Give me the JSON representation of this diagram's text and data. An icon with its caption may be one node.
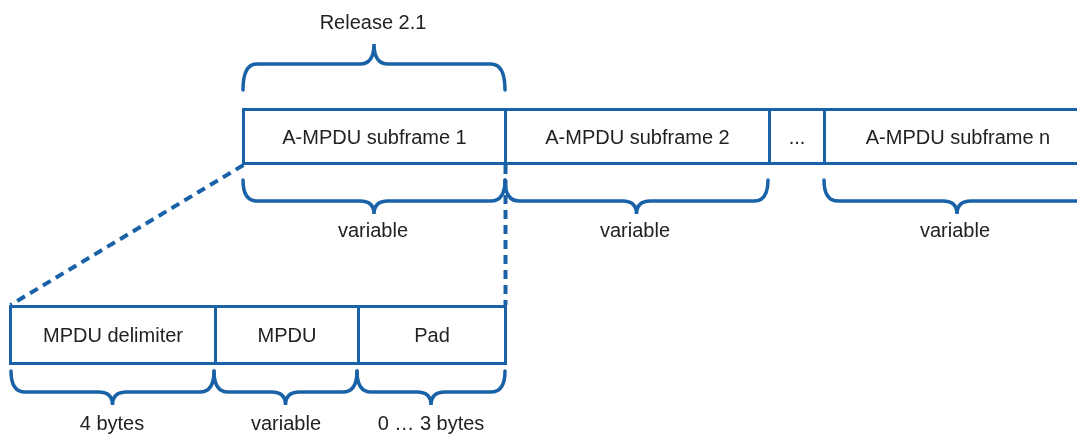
{
  "diagram": {
    "nodes": [
      {
        "text": [
          "A-MPDU subframe 1"
        ]
      },
      {
        "text": [
          "A-MPDU subframe 2"
        ]
      },
      {
        "text": [
          "..."
        ]
      },
      {
        "text": [
          "A-MPDU subframe n"
        ]
      },
      {
        "text": [
          "MPDU delimiter"
        ]
      },
      {
        "text": [
          "MPDU"
        ]
      },
      {
        "text": [
          "Pad"
        ]
      }
    ],
    "edges": [
      {
        "from": 0,
        "to": 4,
        "arrow": "none",
        "style": "dashed"
      },
      {
        "from": 0,
        "to": 6,
        "arrow": "none",
        "style": "dashed"
      }
    ],
    "labels": [
      "Release 2.1",
      "variable",
      "variable",
      "variable",
      "4 bytes",
      "variable",
      "0 … 3 bytes"
    ]
  }
}
